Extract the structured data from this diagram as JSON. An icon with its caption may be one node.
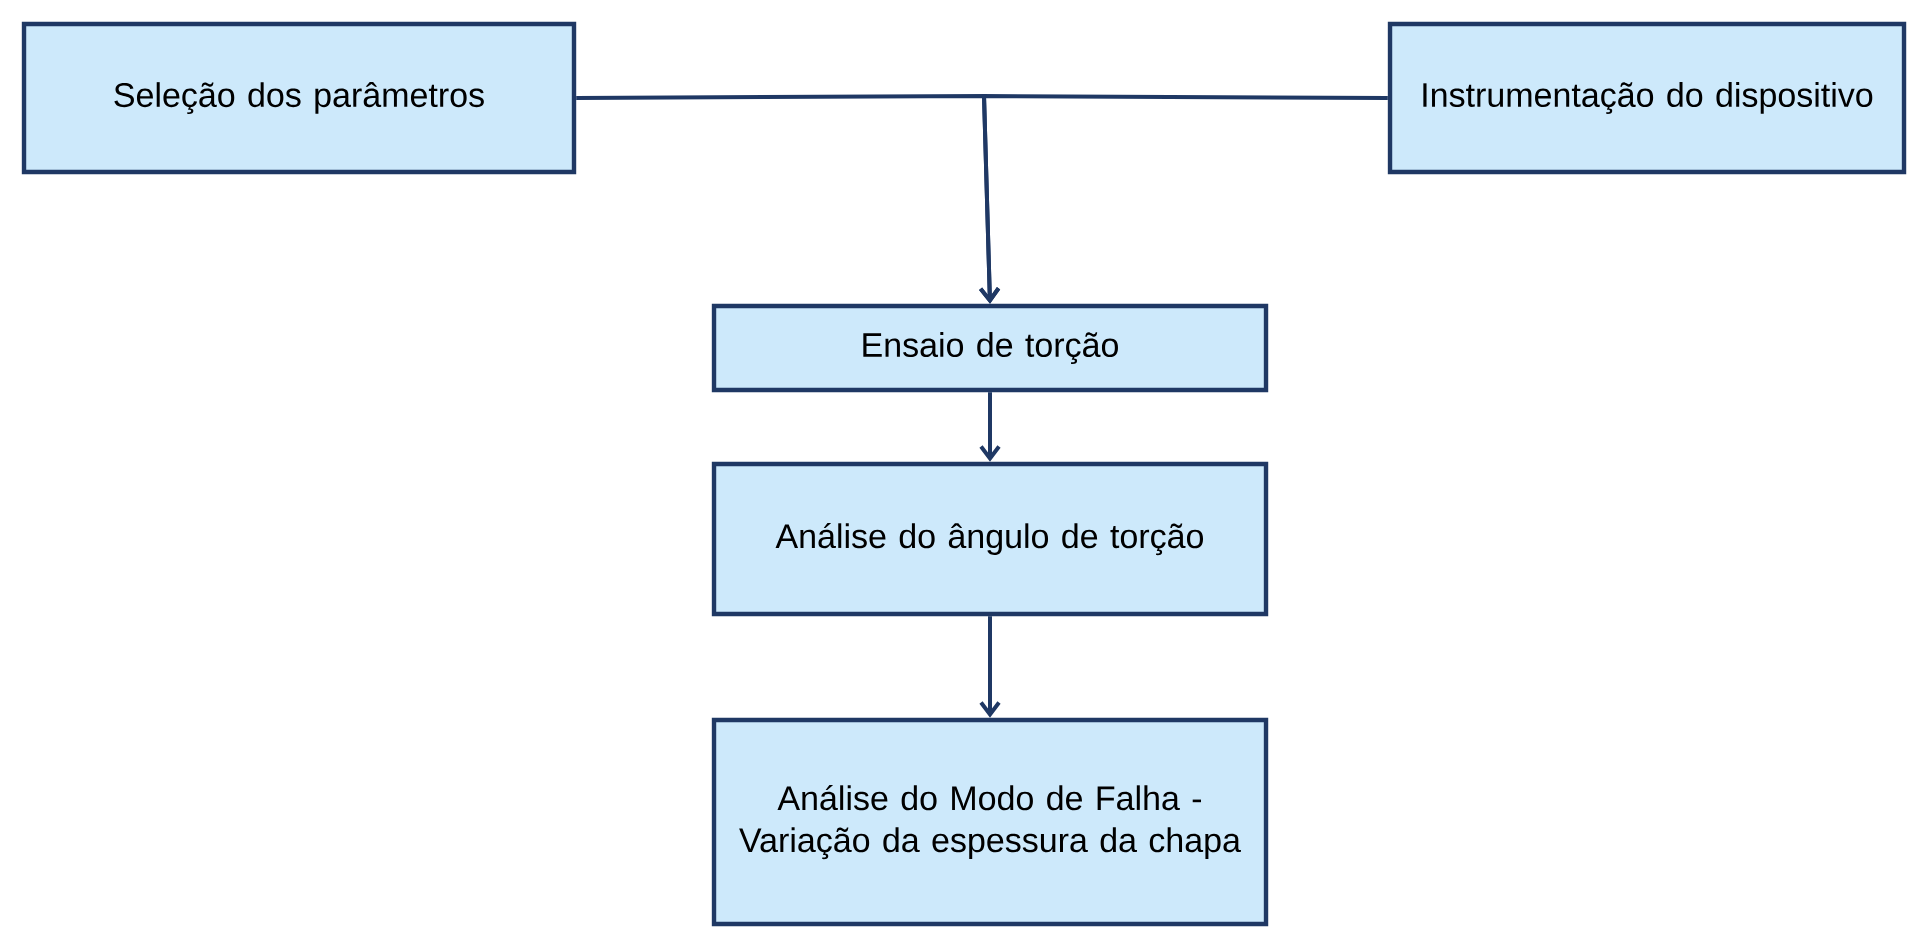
{
  "diagram": {
    "nodes": [
      {
        "text": [
          "Seleção dos parâmetros"
        ]
      },
      {
        "text": [
          "Instrumentação do dispositivo"
        ]
      },
      {
        "text": [
          "Ensaio de torção"
        ]
      },
      {
        "text": [
          "Análise do ângulo de torção"
        ]
      },
      {
        "text": [
          "Análise do Modo de Falha - Variação da espessura da chapa"
        ]
      }
    ],
    "edges": [
      {
        "from": 0,
        "to": 2,
        "arrow": "to"
      },
      {
        "from": 1,
        "to": 2,
        "arrow": "to"
      },
      {
        "from": 2,
        "to": 3,
        "arrow": "to"
      },
      {
        "from": 3,
        "to": 4,
        "arrow": "to"
      }
    ]
  }
}
